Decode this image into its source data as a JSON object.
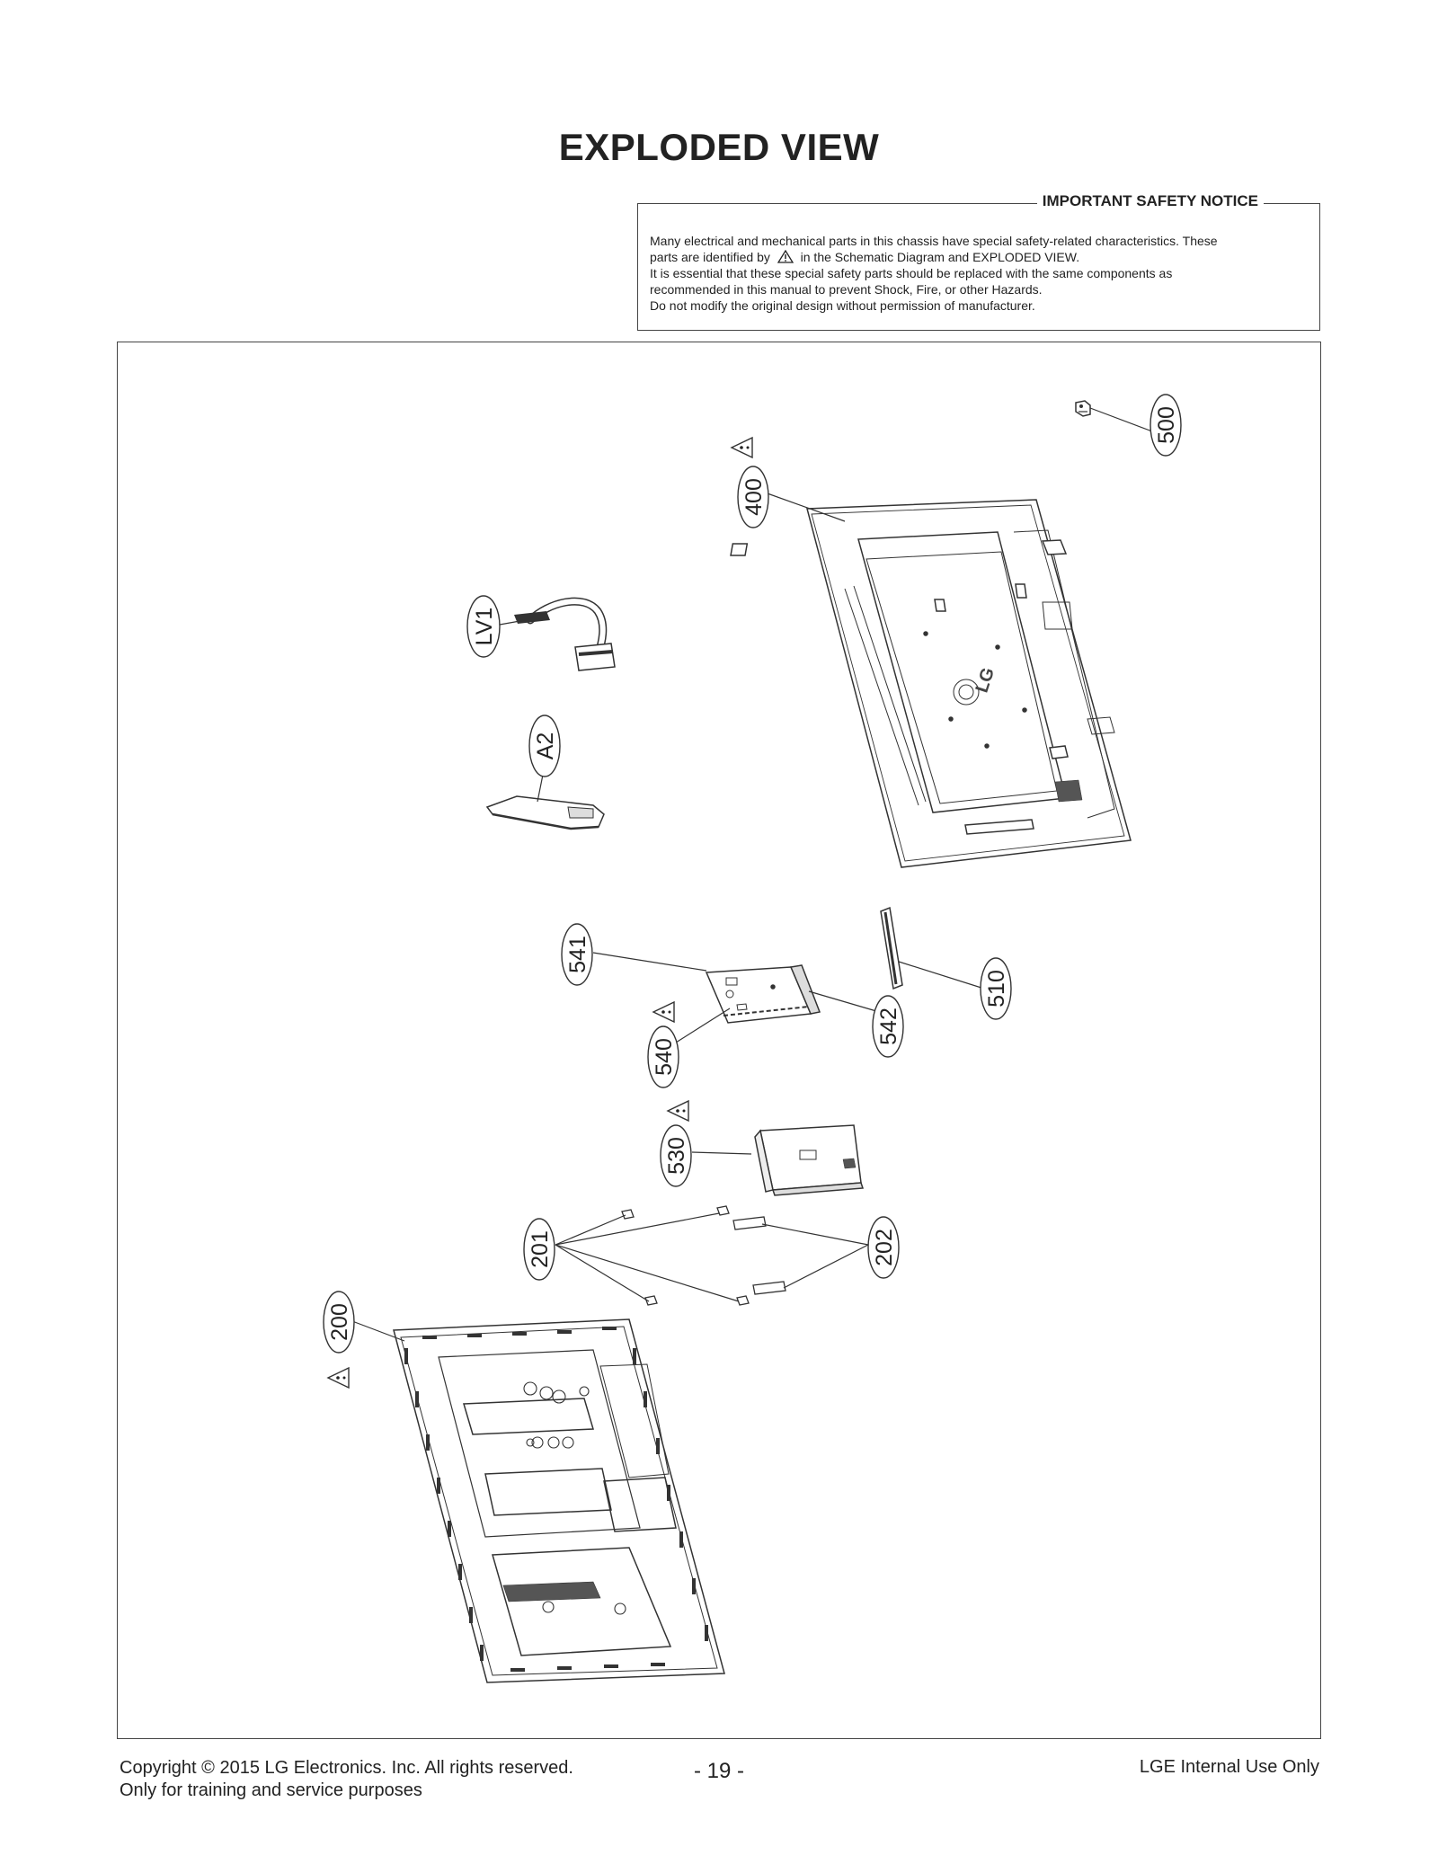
{
  "page_title": "EXPLODED VIEW",
  "notice": {
    "title": "IMPORTANT SAFETY NOTICE",
    "line1": "Many electrical and mechanical parts in this chassis have special safety-related characteristics. These",
    "line2a": "parts are identified by",
    "line2b": "in the Schematic Diagram and EXPLODED VIEW.",
    "line3": "It is essential that these special safety parts should be replaced with the same components as",
    "line4": "recommended in this manual to prevent Shock, Fire, or other Hazards.",
    "line5": "Do not modify the original design without permission of manufacturer."
  },
  "callouts": {
    "c500": "500",
    "c400": "400",
    "lv1": "LV1",
    "a2": "A2",
    "c541": "541",
    "c540": "540",
    "c542": "542",
    "c510": "510",
    "c530": "530",
    "c201": "201",
    "c202": "202",
    "c200": "200"
  },
  "logo_text": "LG",
  "safety_mark": "!",
  "footer": {
    "copyright": "Copyright  © 2015  LG Electronics. Inc. All rights reserved.",
    "training": "Only for training and service purposes",
    "page_number": "- 19 -",
    "internal": "LGE Internal Use Only"
  }
}
